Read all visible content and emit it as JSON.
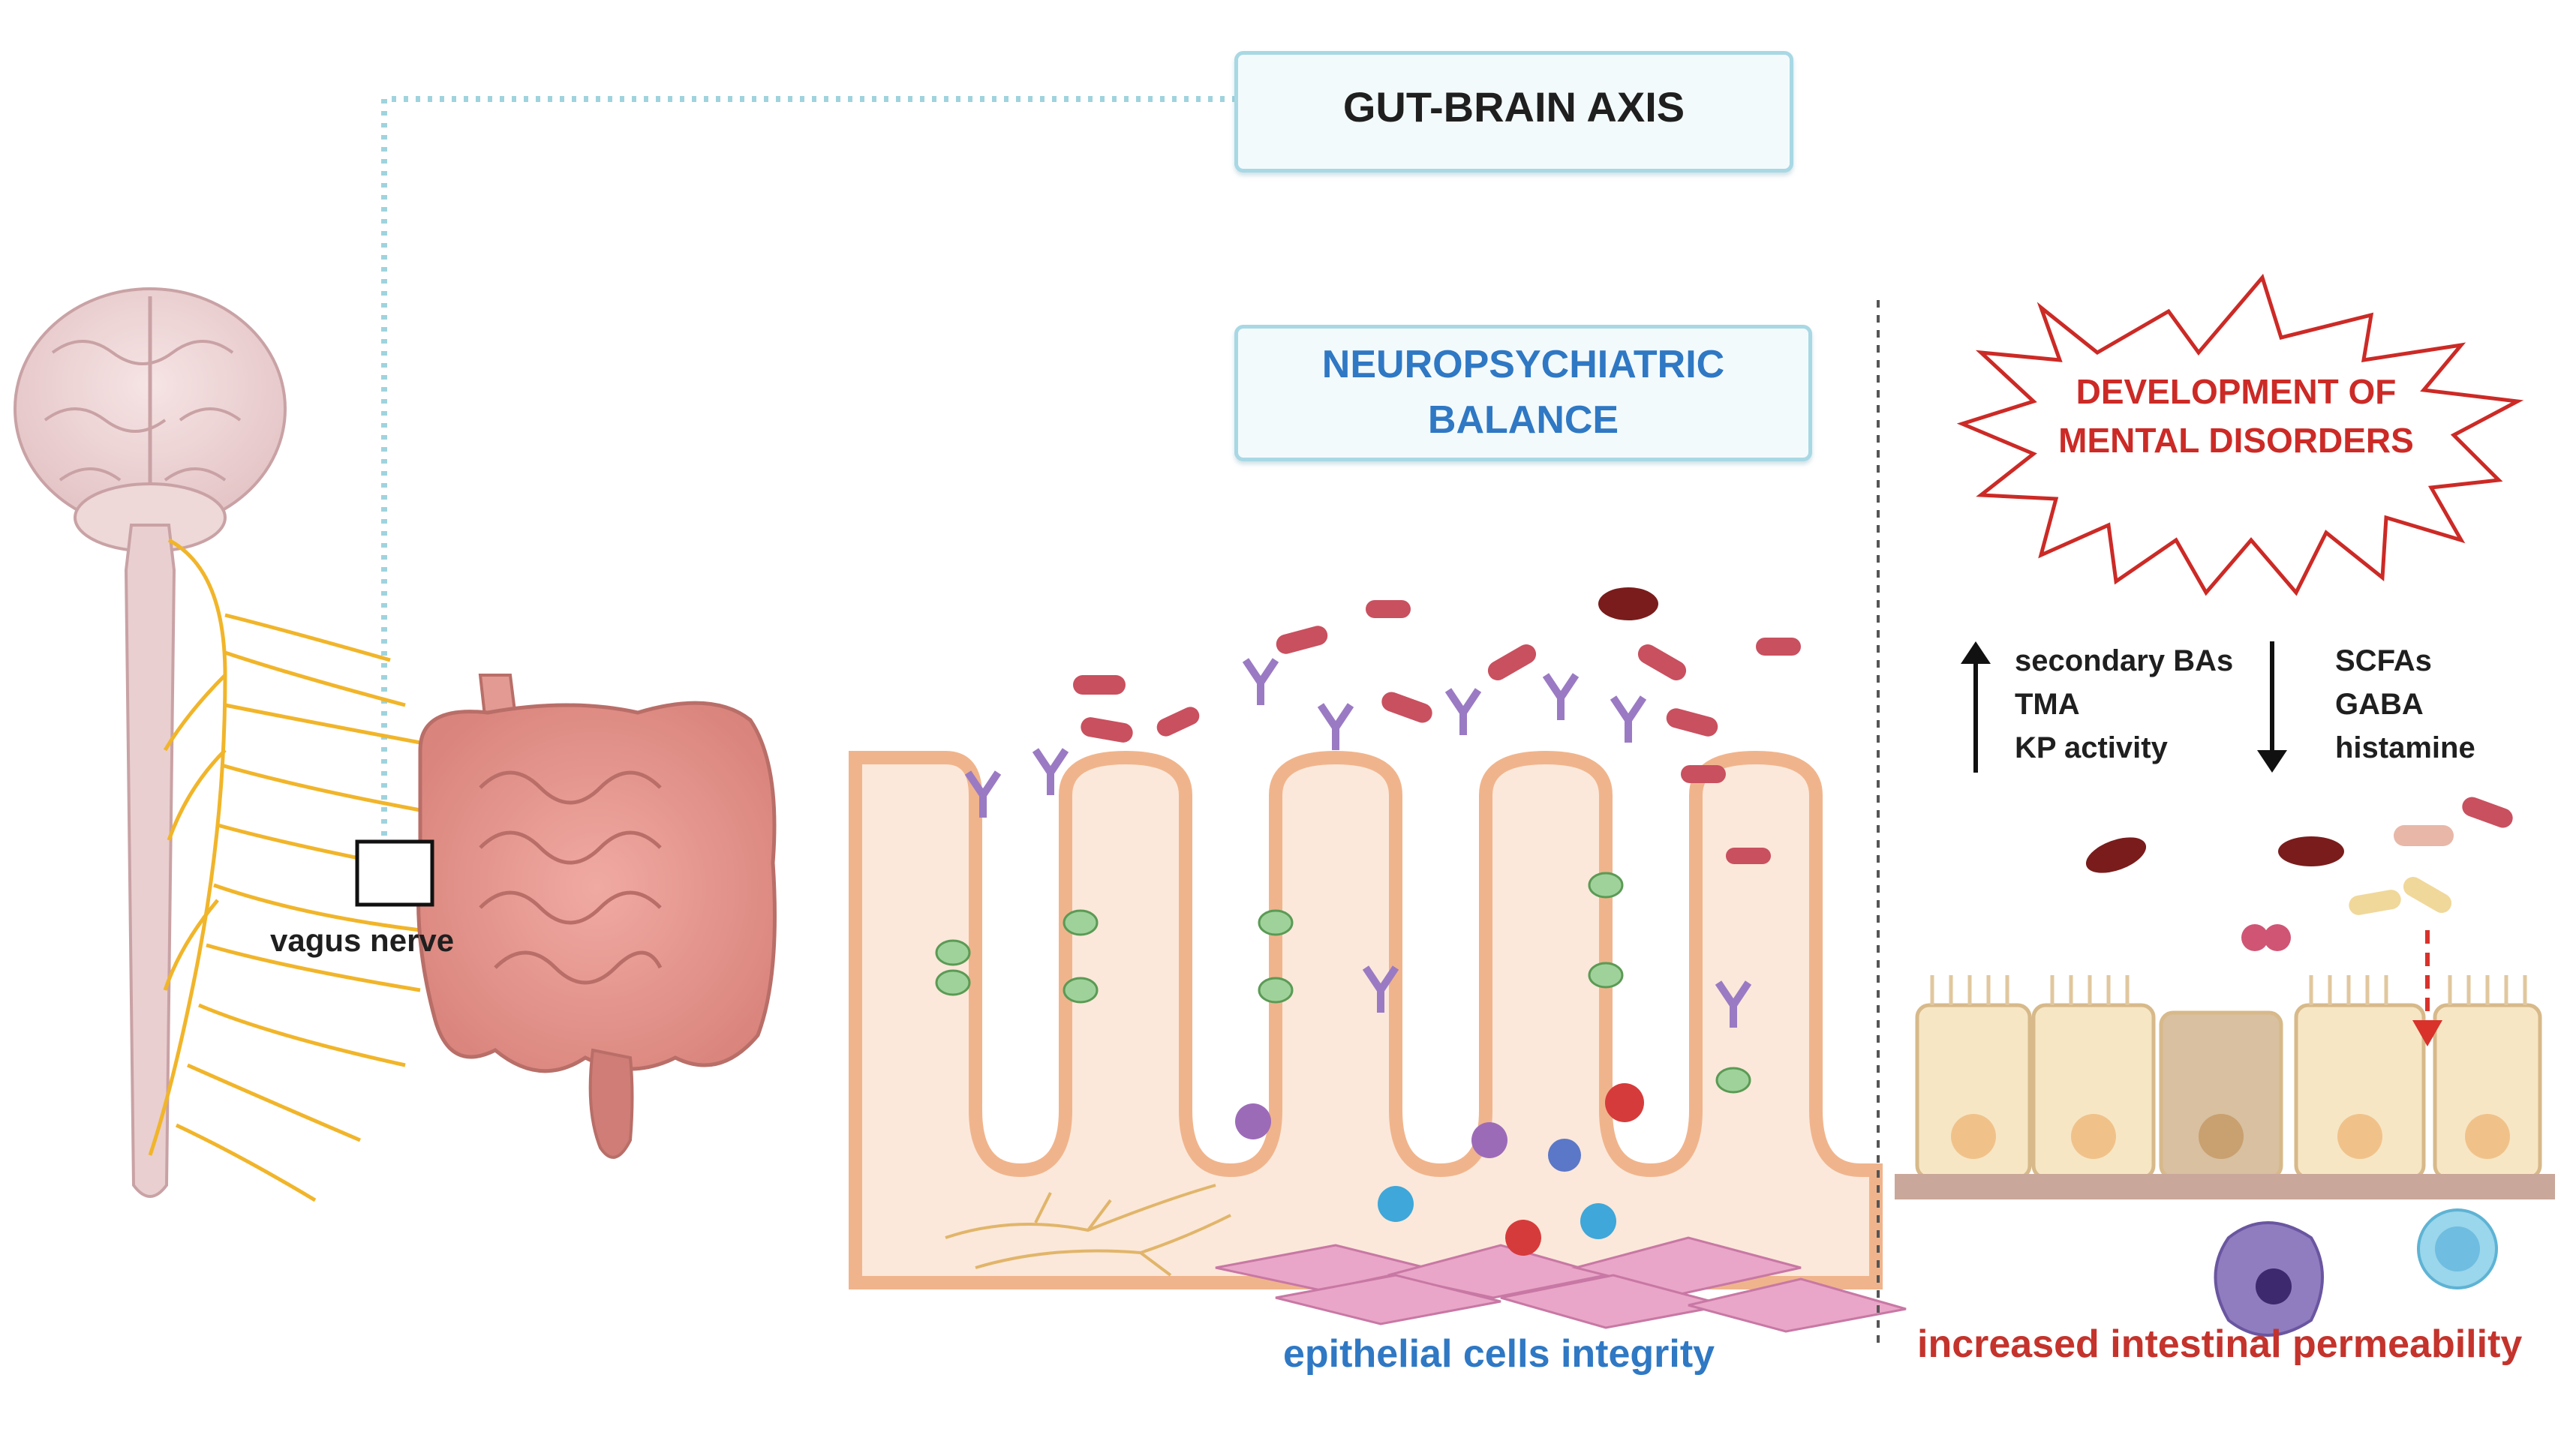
{
  "labels": {
    "gut_brain_axis": "GUT-BRAIN AXIS",
    "neuro_balance_line1": "NEUROPSYCHIATRIC",
    "neuro_balance_line2": "BALANCE",
    "mental_disorders_line1": "DEVELOPMENT OF",
    "mental_disorders_line2": "MENTAL DISORDERS",
    "vagus_nerve": "vagus nerve",
    "increased_list": [
      "secondary BAs",
      "TMA",
      "KP activity"
    ],
    "decreased_list": [
      "SCFAs",
      "GABA",
      "histamine"
    ],
    "epithelial_integrity": "epithelial cells integrity",
    "increased_permeability": "increased intestinal permeability"
  },
  "colors": {
    "blue_text": "#2f78c4",
    "red_text": "#cc2a26",
    "box_border": "#a8d8e4",
    "nerve": "#f1b52a",
    "intestine": "#dd8a80",
    "epithelium": "#f4c9a8",
    "bacteria": "#c9505f"
  },
  "icons": [
    "brain-icon",
    "spinal-cord-icon",
    "vagus-nerve-icon",
    "intestine-icon",
    "villi-icon",
    "bacteria-icon",
    "up-arrow-icon",
    "down-arrow-icon",
    "epithelial-cell-icon",
    "immune-cell-icon"
  ]
}
